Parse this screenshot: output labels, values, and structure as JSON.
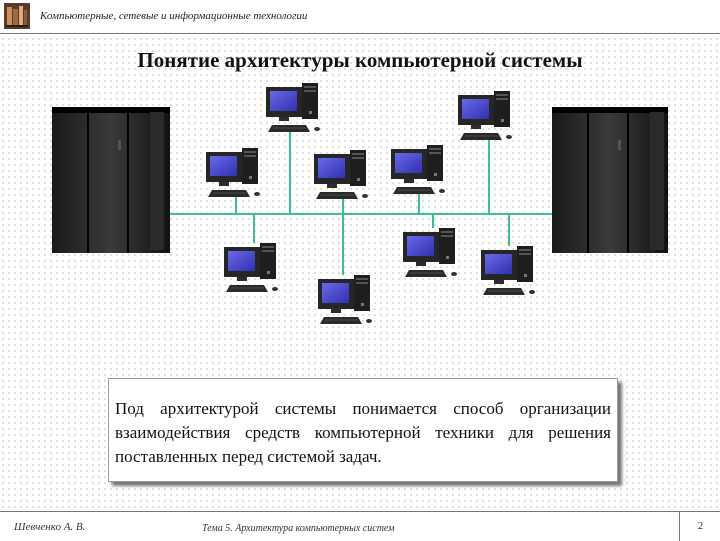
{
  "header": {
    "title": "Компьютерные, сетевые и информационные технологии"
  },
  "slide": {
    "title": "Понятие архитектуры компьютерной системы",
    "definition": "Под архитектурой системы понимается способ организации взаимодействия средств компьютерной техники для решения поставленных перед системой задач."
  },
  "diagram": {
    "network_line_color": "#3cc08c",
    "nodes": [
      {
        "name": "server-left-icon",
        "kind": "server"
      },
      {
        "name": "server-right-icon",
        "kind": "server"
      },
      {
        "name": "workstation-1-icon",
        "kind": "workstation"
      },
      {
        "name": "workstation-2-icon",
        "kind": "workstation"
      },
      {
        "name": "workstation-3-icon",
        "kind": "workstation"
      },
      {
        "name": "workstation-4-icon",
        "kind": "workstation"
      },
      {
        "name": "workstation-5-icon",
        "kind": "workstation"
      },
      {
        "name": "workstation-6-icon",
        "kind": "workstation"
      },
      {
        "name": "workstation-7-icon",
        "kind": "workstation"
      },
      {
        "name": "workstation-8-icon",
        "kind": "workstation"
      },
      {
        "name": "workstation-9-icon",
        "kind": "workstation"
      }
    ]
  },
  "footer": {
    "author": "Шевченко А. В.",
    "topic": "Тема 5. Архитектура компьютерных систем",
    "page": "2"
  }
}
